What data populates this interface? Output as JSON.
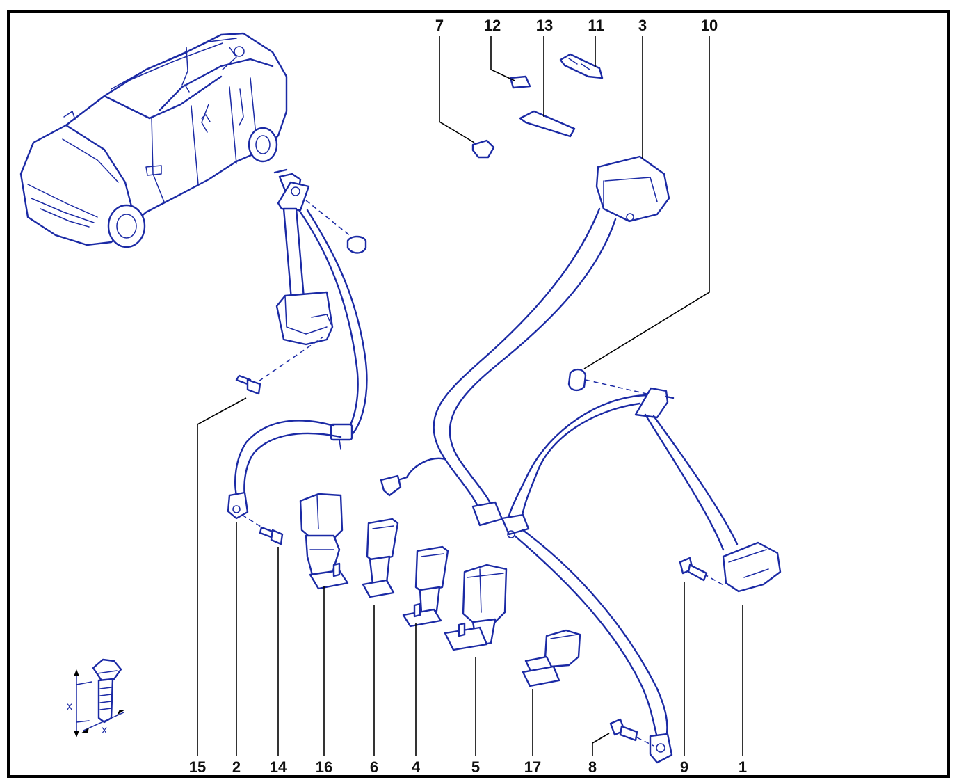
{
  "diagram": {
    "callouts": {
      "c1": "1",
      "c2": "2",
      "c3": "3",
      "c4": "4",
      "c5": "5",
      "c6": "6",
      "c7": "7",
      "c8": "8",
      "c9": "9",
      "c10": "10",
      "c11": "11",
      "c12": "12",
      "c13": "13",
      "c14": "14",
      "c15": "15",
      "c16": "16",
      "c17": "17"
    },
    "bolt_detail": {
      "dim_label_vertical": "x",
      "dim_label_horizontal": "x"
    }
  },
  "colors": {
    "line": "#1b2aa5",
    "leader": "#000000",
    "frame": "#000000",
    "background": "#ffffff"
  }
}
